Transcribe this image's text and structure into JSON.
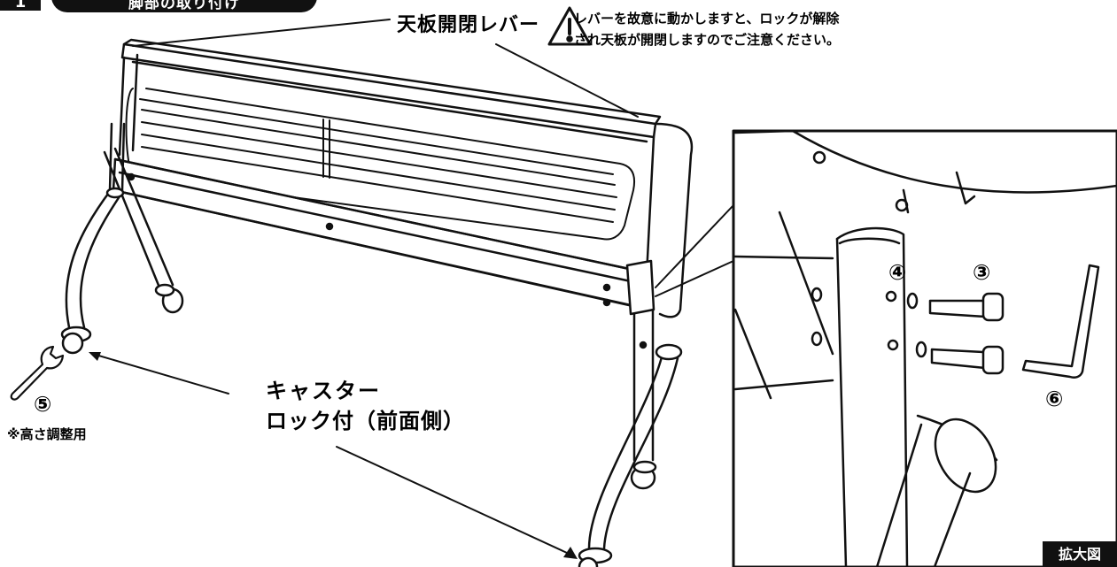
{
  "step": {
    "number": "1",
    "title": "脚部の取り付け"
  },
  "labels": {
    "lever": "天板開閉レバー",
    "warning_line1": "レバーを故意に動かしますと、ロックが解除",
    "warning_line2": "され天板が開閉しますのでご注意ください。",
    "caster_line1": "キャスター",
    "caster_line2": "ロック付（前面側）",
    "height_note": "※高さ調整用",
    "enlarged": "拡大図"
  },
  "parts": {
    "p3": "③",
    "p4": "④",
    "p5": "⑤",
    "p6": "⑥"
  },
  "icons": [
    "warning-triangle-icon",
    "wrench-icon",
    "hex-key-icon",
    "bolt-icon",
    "washer-icon",
    "caster-icon"
  ]
}
